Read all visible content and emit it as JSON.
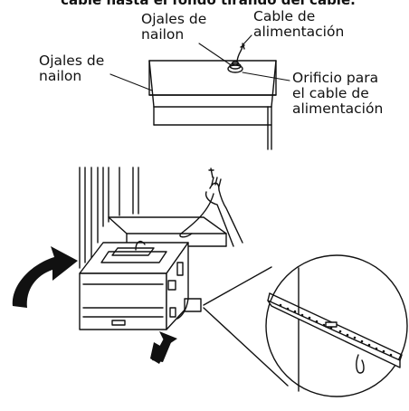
{
  "caption": "cable hasta el fondo tirando del cable.",
  "labels": {
    "grommets_top": "Ojales de\nnailon",
    "grommets_left": "Ojales de\nnailon",
    "power_cord": "Cable de\nalimentación",
    "cord_hole": "Orificio para\nel cable de\nalimentación"
  }
}
